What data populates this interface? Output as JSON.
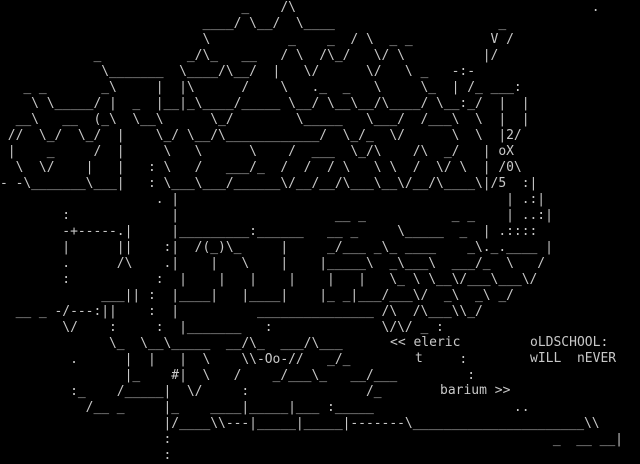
{
  "screen": {
    "background": "#000000",
    "foreground": "#c8c8c8"
  },
  "art": {
    "lines": [
      "                               _    /\\                                      .",
      "                          ____/ \\__/  \\____                     _",
      "                          \\          _    _  / \\  _ _          V /",
      "            _           _/\\_   __   / \\  /\\_/   \\/ \\          |/",
      "             \\_______  \\____/\\__/  |   \\/      \\/   \\ _   -:-",
      "   _ _       _\\     |  |\\      /    \\   ._  _   \\     \\_  | /_ ___:",
      "    \\ \\_____/ |  _  |__|_\\____/_____ \\__/ \\__\\__/\\____/ \\__:_/  |  |",
      "  __\\   __  (_\\  \\__\\      \\_/        \\_____   \\___/  /___\\  \\  |  |",
      " //  \\_/  \\_/  |    \\_/ \\__/\\____________/  \\_/_  \\/      \\  \\  |2/",
      " |    _     /  |     \\   \\      \\    /  ___  \\_/\\    /\\  _/   | oX",
      "  \\  \\/    |   |   : \\   /   ___/_  /  /  / \\   \\ \\  /  \\/ \\  | /0\\",
      "- -\\_______\\___|   : \\___\\___/______\\/__/__/\\___\\__\\/__/\\____\\|/5  :|",
      "                    . |                                          | .:|",
      "        :             |                    __ _           _ _    | ..:|",
      "        -+-----.|     |_________:______   __ _     \\_____  _  | .::::",
      "        |      ||    :|  /(_)\\_     |     _/___ _\\_ ____    _\\._.____ |",
      "        .      /\\    .|    |   \\    |    |_____\\  _\\___\\  ___/_  \\   /",
      "        :           :  |    |   |    |    |   |   \\_ \\ \\__\\/___\\___\\/",
      "             ___|| :  |____|   |____|    |_ _|___/___\\/  _\\  _\\ _/",
      "  __ _ -/---:||    :  |          _______________ /\\  /\\___\\\\_/",
      "        \\/    :     :  |_______   :              \\/\\/ _ :",
      "              \\_  \\__\\_____  __/\\_  ___/\\___           \\ :",
      "         .      |  |   |  \\    \\\\-Oo-//   _/_              :",
      "                |_    #|  \\   /    _/___\\_   __/___         :",
      "         :_    /_____|  \\/     :               /_",
      "           /__ _     |_    ____|_____|___ :_____                  ..",
      "                     |/____\\\\---|_____|_____|-------\\______________________\\\\",
      "                     :                                                 _  __ __|",
      "                     :                                                        "
    ]
  },
  "credits": {
    "group": "<< eleric",
    "handle": "t",
    "release": "barium >>"
  },
  "slogan": {
    "line1": "oLDSCHOOL:",
    "line2": "wILL  nEVER"
  }
}
